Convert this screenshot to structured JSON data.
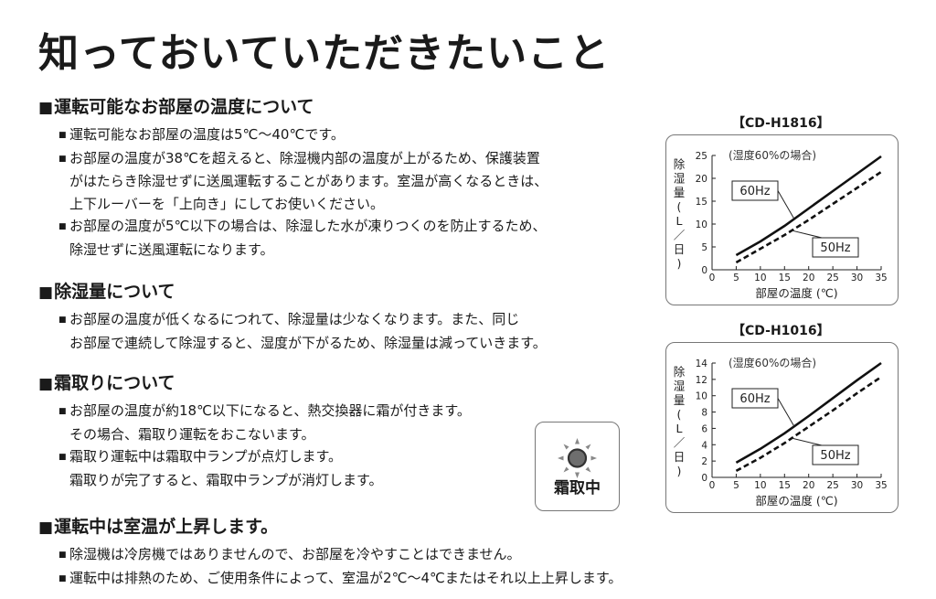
{
  "title": "知っておいていただきたいこと",
  "sections": [
    {
      "heading": "運転可能なお部屋の温度について",
      "items": [
        "運転可能なお部屋の温度は5℃～40℃です。",
        "お部屋の温度が38℃を超えると、除湿機内部の温度が上がるため、保護装置",
        "がはたらき除湿せずに送風運転することがあります。室温が高くなるときは、",
        "上下ルーバーを「上向き」にしてお使いください。",
        "お部屋の温度が5℃以下の場合は、除湿した水が凍りつくのを防止するため、",
        "除湿せずに送風運転になります。"
      ]
    },
    {
      "heading": "除湿量について",
      "items": [
        "お部屋の温度が低くなるにつれて、除湿量は少なくなります。また、同じ",
        "お部屋で連続して除湿すると、湿度が下がるため、除湿量は減っていきます。"
      ]
    },
    {
      "heading": "霜取りについて",
      "items": [
        "お部屋の温度が約18℃以下になると、熱交換器に霜が付きます。",
        "その場合、霜取り運転をおこないます。",
        "霜取り運転中は霜取中ランプが点灯します。",
        "霜取りが完了すると、霜取中ランプが消灯します。"
      ]
    },
    {
      "heading": "運転中は室温が上昇します。",
      "items": [
        "除湿機は冷房機ではありませんので、お部屋を冷やすことはできません。",
        "運転中は排熱のため、ご使用条件によって、室温が2℃～4℃またはそれ以上上昇します。"
      ]
    }
  ],
  "lamp": {
    "label": "霜取中",
    "icon": "defrost-lamp-icon"
  },
  "chart_data": [
    {
      "type": "line",
      "title": "【CD-H1816】",
      "subtitle": "(湿度60%の場合)",
      "xlabel": "部屋の温度 (℃)",
      "ylabel": [
        "除",
        "湿",
        "量",
        "(",
        "L",
        "／",
        "日",
        ")"
      ],
      "xlim": [
        0,
        35
      ],
      "ylim": [
        0,
        25
      ],
      "xticks": [
        0,
        5,
        10,
        15,
        20,
        25,
        30,
        35
      ],
      "yticks": [
        0,
        5,
        10,
        15,
        20,
        25
      ],
      "series": [
        {
          "name": "60Hz",
          "style": "solid",
          "x": [
            5,
            10,
            15,
            20,
            25,
            30,
            35
          ],
          "y": [
            3.2,
            6.2,
            9.6,
            13.4,
            17.2,
            21.0,
            24.8
          ]
        },
        {
          "name": "50Hz",
          "style": "dashed",
          "x": [
            5,
            10,
            15,
            20,
            25,
            30,
            35
          ],
          "y": [
            1.6,
            4.6,
            7.6,
            10.9,
            14.4,
            17.9,
            21.4
          ]
        }
      ],
      "legend_labels": [
        "60Hz",
        "50Hz"
      ],
      "grid": false
    },
    {
      "type": "line",
      "title": "【CD-H1016】",
      "subtitle": "(湿度60%の場合)",
      "xlabel": "部屋の温度 (℃)",
      "ylabel": [
        "除",
        "湿",
        "量",
        "(",
        "L",
        "／",
        "日",
        ")"
      ],
      "xlim": [
        0,
        35
      ],
      "ylim": [
        0,
        14
      ],
      "xticks": [
        0,
        5,
        10,
        15,
        20,
        25,
        30,
        35
      ],
      "yticks": [
        0,
        2,
        4,
        6,
        8,
        10,
        12,
        14
      ],
      "series": [
        {
          "name": "60Hz",
          "style": "solid",
          "x": [
            5,
            10,
            15,
            20,
            25,
            30,
            35
          ],
          "y": [
            1.8,
            3.5,
            5.4,
            7.5,
            9.7,
            11.9,
            14.0
          ]
        },
        {
          "name": "50Hz",
          "style": "dashed",
          "x": [
            5,
            10,
            15,
            20,
            25,
            30,
            35
          ],
          "y": [
            0.8,
            2.4,
            4.2,
            6.2,
            8.2,
            10.3,
            12.3
          ]
        }
      ],
      "legend_labels": [
        "60Hz",
        "50Hz"
      ],
      "grid": false
    }
  ]
}
